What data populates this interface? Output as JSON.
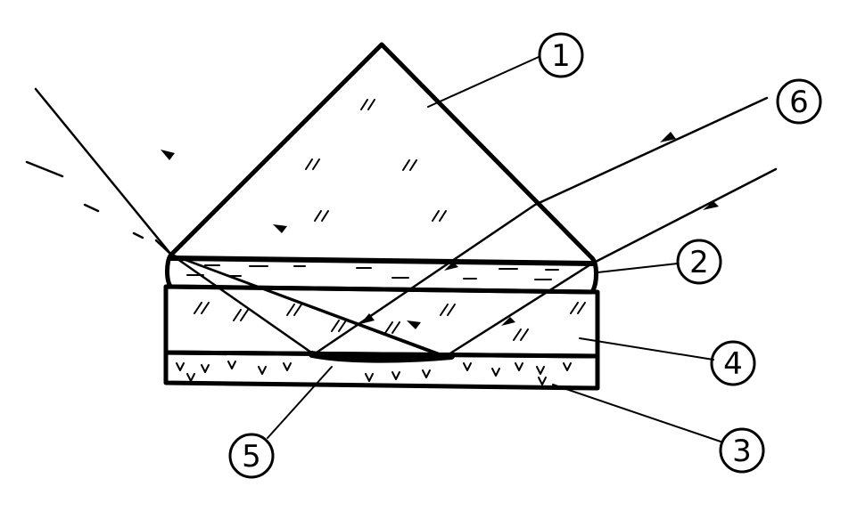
{
  "diagram": {
    "ink_color": "#000000",
    "background_color": "#ffffff",
    "callouts": [
      {
        "id": "1",
        "label": "1"
      },
      {
        "id": "2",
        "label": "2"
      },
      {
        "id": "3",
        "label": "3"
      },
      {
        "id": "4",
        "label": "4"
      },
      {
        "id": "5",
        "label": "5"
      },
      {
        "id": "6",
        "label": "6"
      }
    ]
  }
}
